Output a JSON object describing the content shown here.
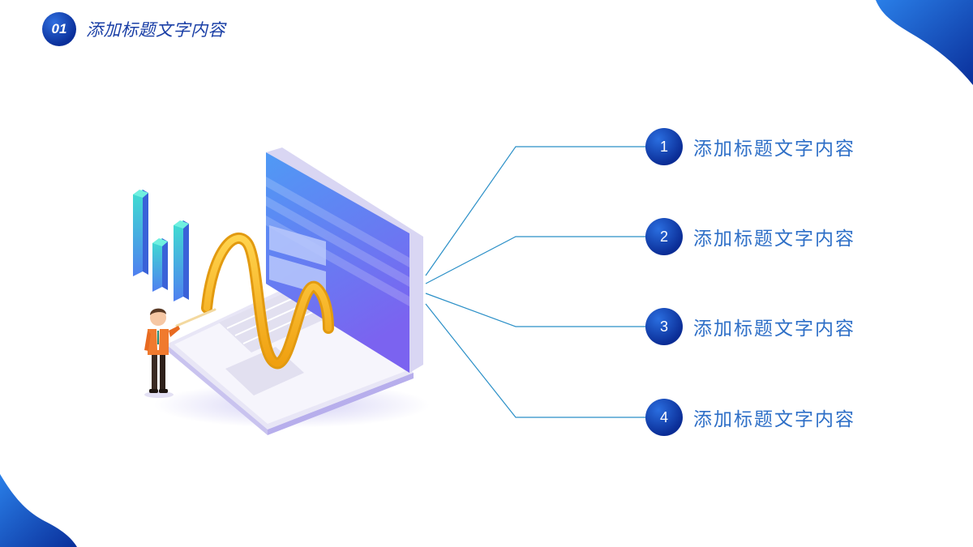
{
  "header": {
    "number": "01",
    "title": "添加标题文字内容"
  },
  "items": [
    {
      "number": "1",
      "title": "添加标题文字内容"
    },
    {
      "number": "2",
      "title": "添加标题文字内容"
    },
    {
      "number": "3",
      "title": "添加标题文字内容"
    },
    {
      "number": "4",
      "title": "添加标题文字内容"
    }
  ],
  "colors": {
    "accent_dark": "#0a2c95",
    "accent": "#2e6fc7",
    "line": "#2a8fc7",
    "screen_top": "#4f9af5",
    "screen_bottom": "#7b63f0",
    "wave": "#f5b221"
  },
  "icons": [
    "corner-wave-shape",
    "laptop-illustration",
    "bar-chart-illustration",
    "wave-ribbon-illustration",
    "presenter-figure-illustration"
  ]
}
